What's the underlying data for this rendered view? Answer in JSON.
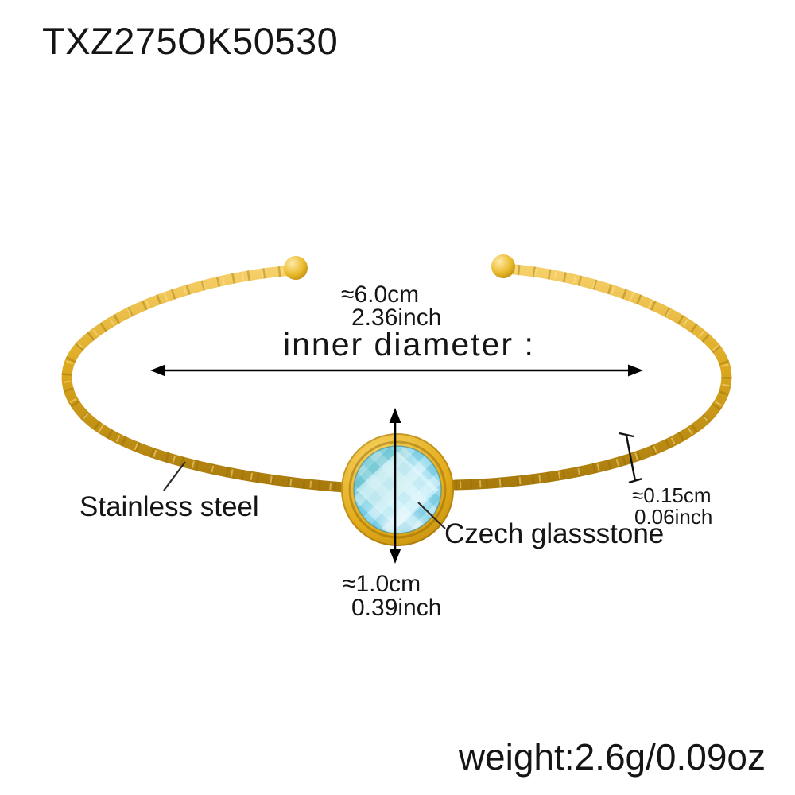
{
  "product": {
    "code": "TXZ275OK50530"
  },
  "labels": {
    "material": "Stainless steel",
    "stone": "Czech glassstone",
    "weight": "weight:2.6g/0.09oz"
  },
  "measurements": {
    "inner_diameter": {
      "metric": "≈6.0cm",
      "imperial": "2.36inch",
      "caption": "inner diameter :"
    },
    "stone_diameter": {
      "metric": "≈1.0cm",
      "imperial": "0.39inch"
    },
    "wire_thickness": {
      "metric": "≈0.15cm",
      "imperial": "0.06inch"
    }
  },
  "colors": {
    "background": "#ffffff",
    "gold": "#e3ac1a",
    "gold_light": "#f6d06a",
    "gold_dark": "#a87a0c",
    "stone_blue": "#9fdcef",
    "stone_blue_deep": "#4db3cf",
    "text": "#151515",
    "annotation_lines": "#000000"
  },
  "glyphs": {
    "approx_sign": "≈",
    "horizontal_arrow": "double-headed-arrow-horizontal",
    "vertical_arrow": "double-headed-arrow-vertical",
    "caliper": "thickness-gauge-line"
  }
}
